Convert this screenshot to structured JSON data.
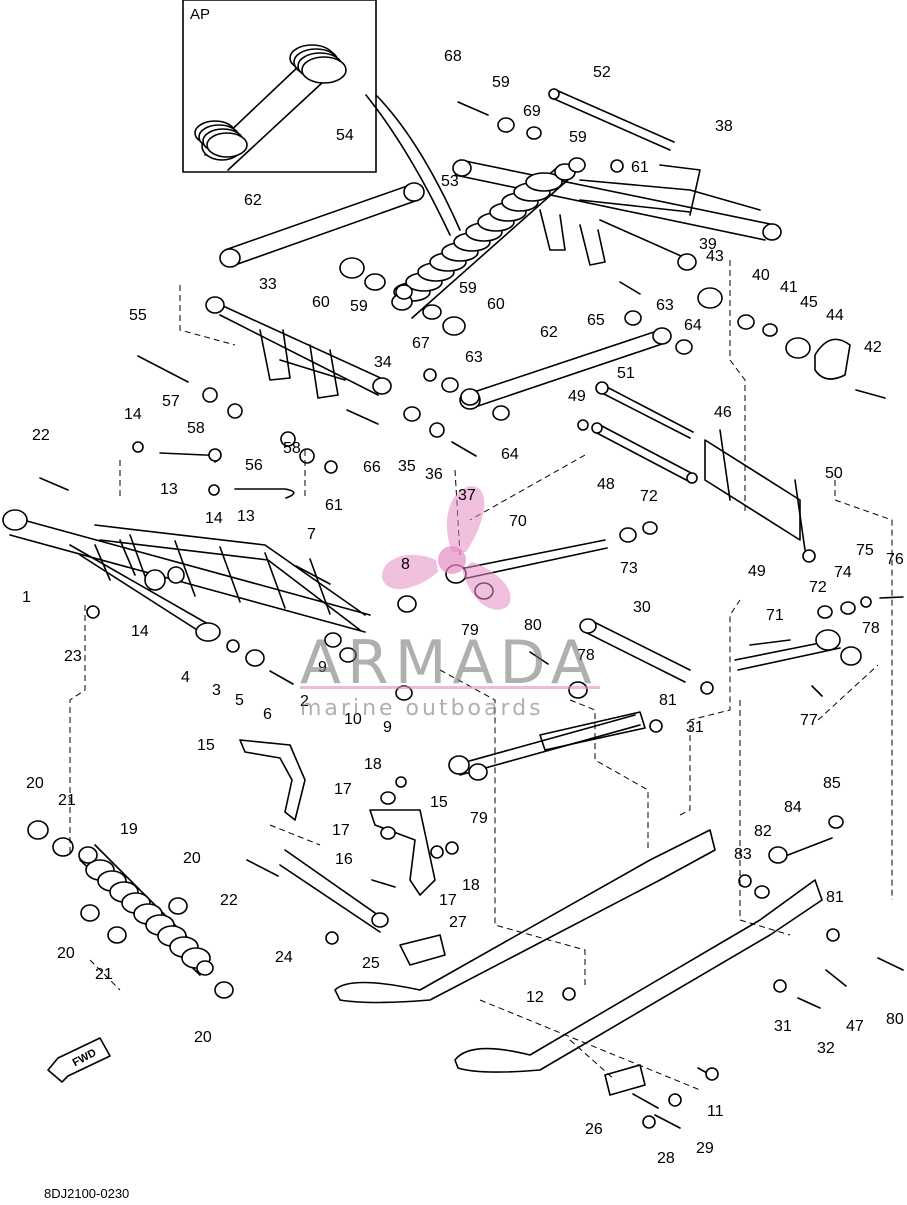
{
  "inset_label": "AP",
  "diagram_code": "8DJ2100-0230",
  "fwd_label": "FWD",
  "watermark": {
    "name": "ARMADA",
    "tagline": "marine outboards",
    "logo_color": "#e58cc4"
  },
  "callouts": [
    "1",
    "2",
    "3",
    "4",
    "5",
    "6",
    "7",
    "8",
    "9",
    "10",
    "11",
    "12",
    "13",
    "14",
    "15",
    "16",
    "17",
    "18",
    "19",
    "20",
    "21",
    "22",
    "23",
    "24",
    "25",
    "26",
    "27",
    "28",
    "29",
    "30",
    "31",
    "32",
    "33",
    "34",
    "35",
    "36",
    "37",
    "38",
    "39",
    "40",
    "41",
    "42",
    "43",
    "44",
    "45",
    "46",
    "47",
    "48",
    "49",
    "50",
    "51",
    "52",
    "53",
    "54",
    "55",
    "56",
    "57",
    "58",
    "59",
    "60",
    "61",
    "62",
    "63",
    "64",
    "65",
    "66",
    "67",
    "68",
    "69",
    "70",
    "71",
    "72",
    "73",
    "74",
    "75",
    "76",
    "77",
    "78",
    "79",
    "80",
    "81",
    "82",
    "83",
    "84",
    "85"
  ]
}
